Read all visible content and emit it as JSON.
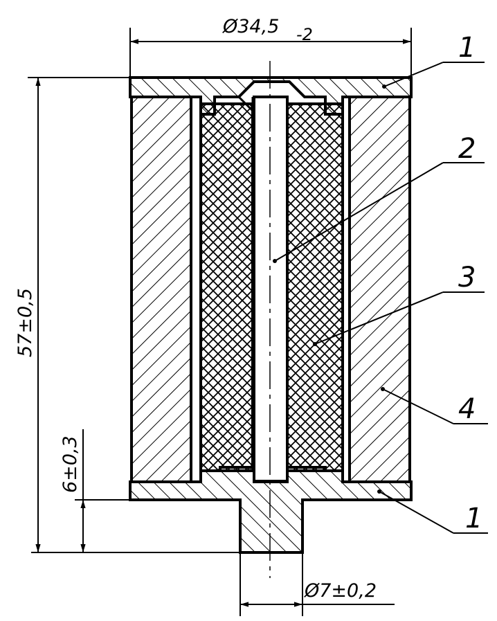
{
  "dimensions": {
    "outer_diameter": "Ø34,5",
    "outer_diameter_tolerance": "-2",
    "height": "57±0,5",
    "pin_height": "6±0,3",
    "pin_diameter": "Ø7±0,2"
  },
  "callouts": {
    "top_cap": "1",
    "rod": "2",
    "core": "3",
    "body": "4",
    "bottom_cap": "1"
  },
  "colors": {
    "line": "#000000",
    "background": "#ffffff"
  }
}
